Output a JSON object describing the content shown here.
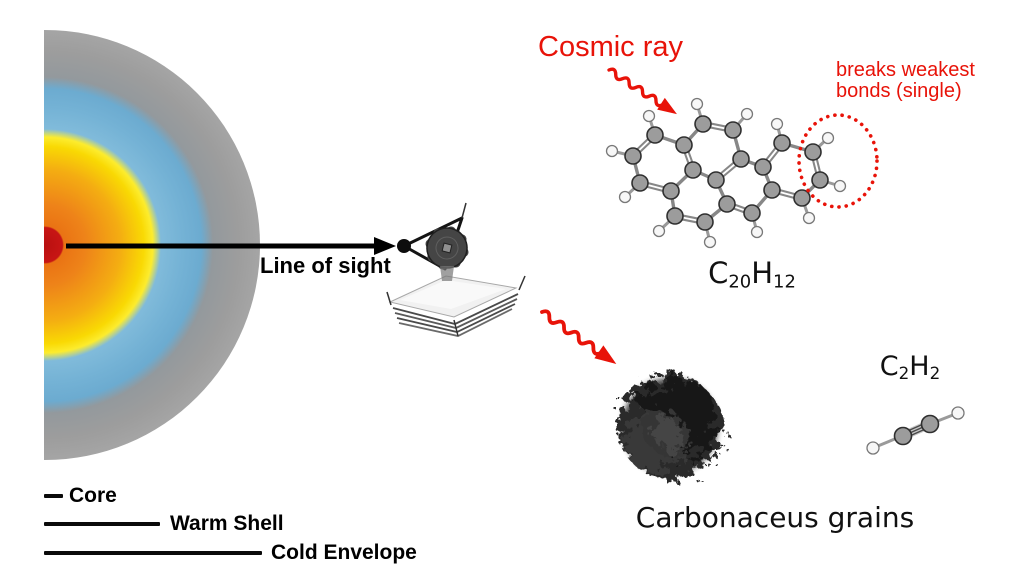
{
  "protostar": {
    "legend": [
      {
        "label": "Core",
        "line_width": 19
      },
      {
        "label": "Warm Shell",
        "line_width": 116
      },
      {
        "label": "Cold Envelope",
        "line_width": 218
      }
    ],
    "colors": {
      "core": "#c41414",
      "warm_shell_inner": "#e8680f",
      "warm_shell_outer": "#fbe103",
      "blue_shell": "#74b2d5",
      "cold_envelope": "#9d9d9d"
    }
  },
  "line_of_sight": {
    "label": "Line of sight"
  },
  "annotations": {
    "cosmic_ray": {
      "text": "Cosmic ray",
      "color": "#e81309"
    },
    "breaks_bonds": {
      "line1": "breaks weakest",
      "line2": "bonds (single)",
      "color": "#e81309"
    }
  },
  "molecules": {
    "pah": {
      "sym1": "C",
      "sub1": "20",
      "sym2": "H",
      "sub2": "12"
    },
    "acetylene": {
      "sym1": "C",
      "sub1": "2",
      "sym2": "H",
      "sub2": "2"
    }
  },
  "grains": {
    "label": "Carbonaceus grains"
  },
  "icons": {
    "telescope": "jwst-telescope-icon",
    "cosmic_ray_arrows": "wavy-arrow-icon",
    "broken_bond_marker": "dotted-ellipse-icon",
    "grain_blob": "carbon-grain-icon"
  }
}
